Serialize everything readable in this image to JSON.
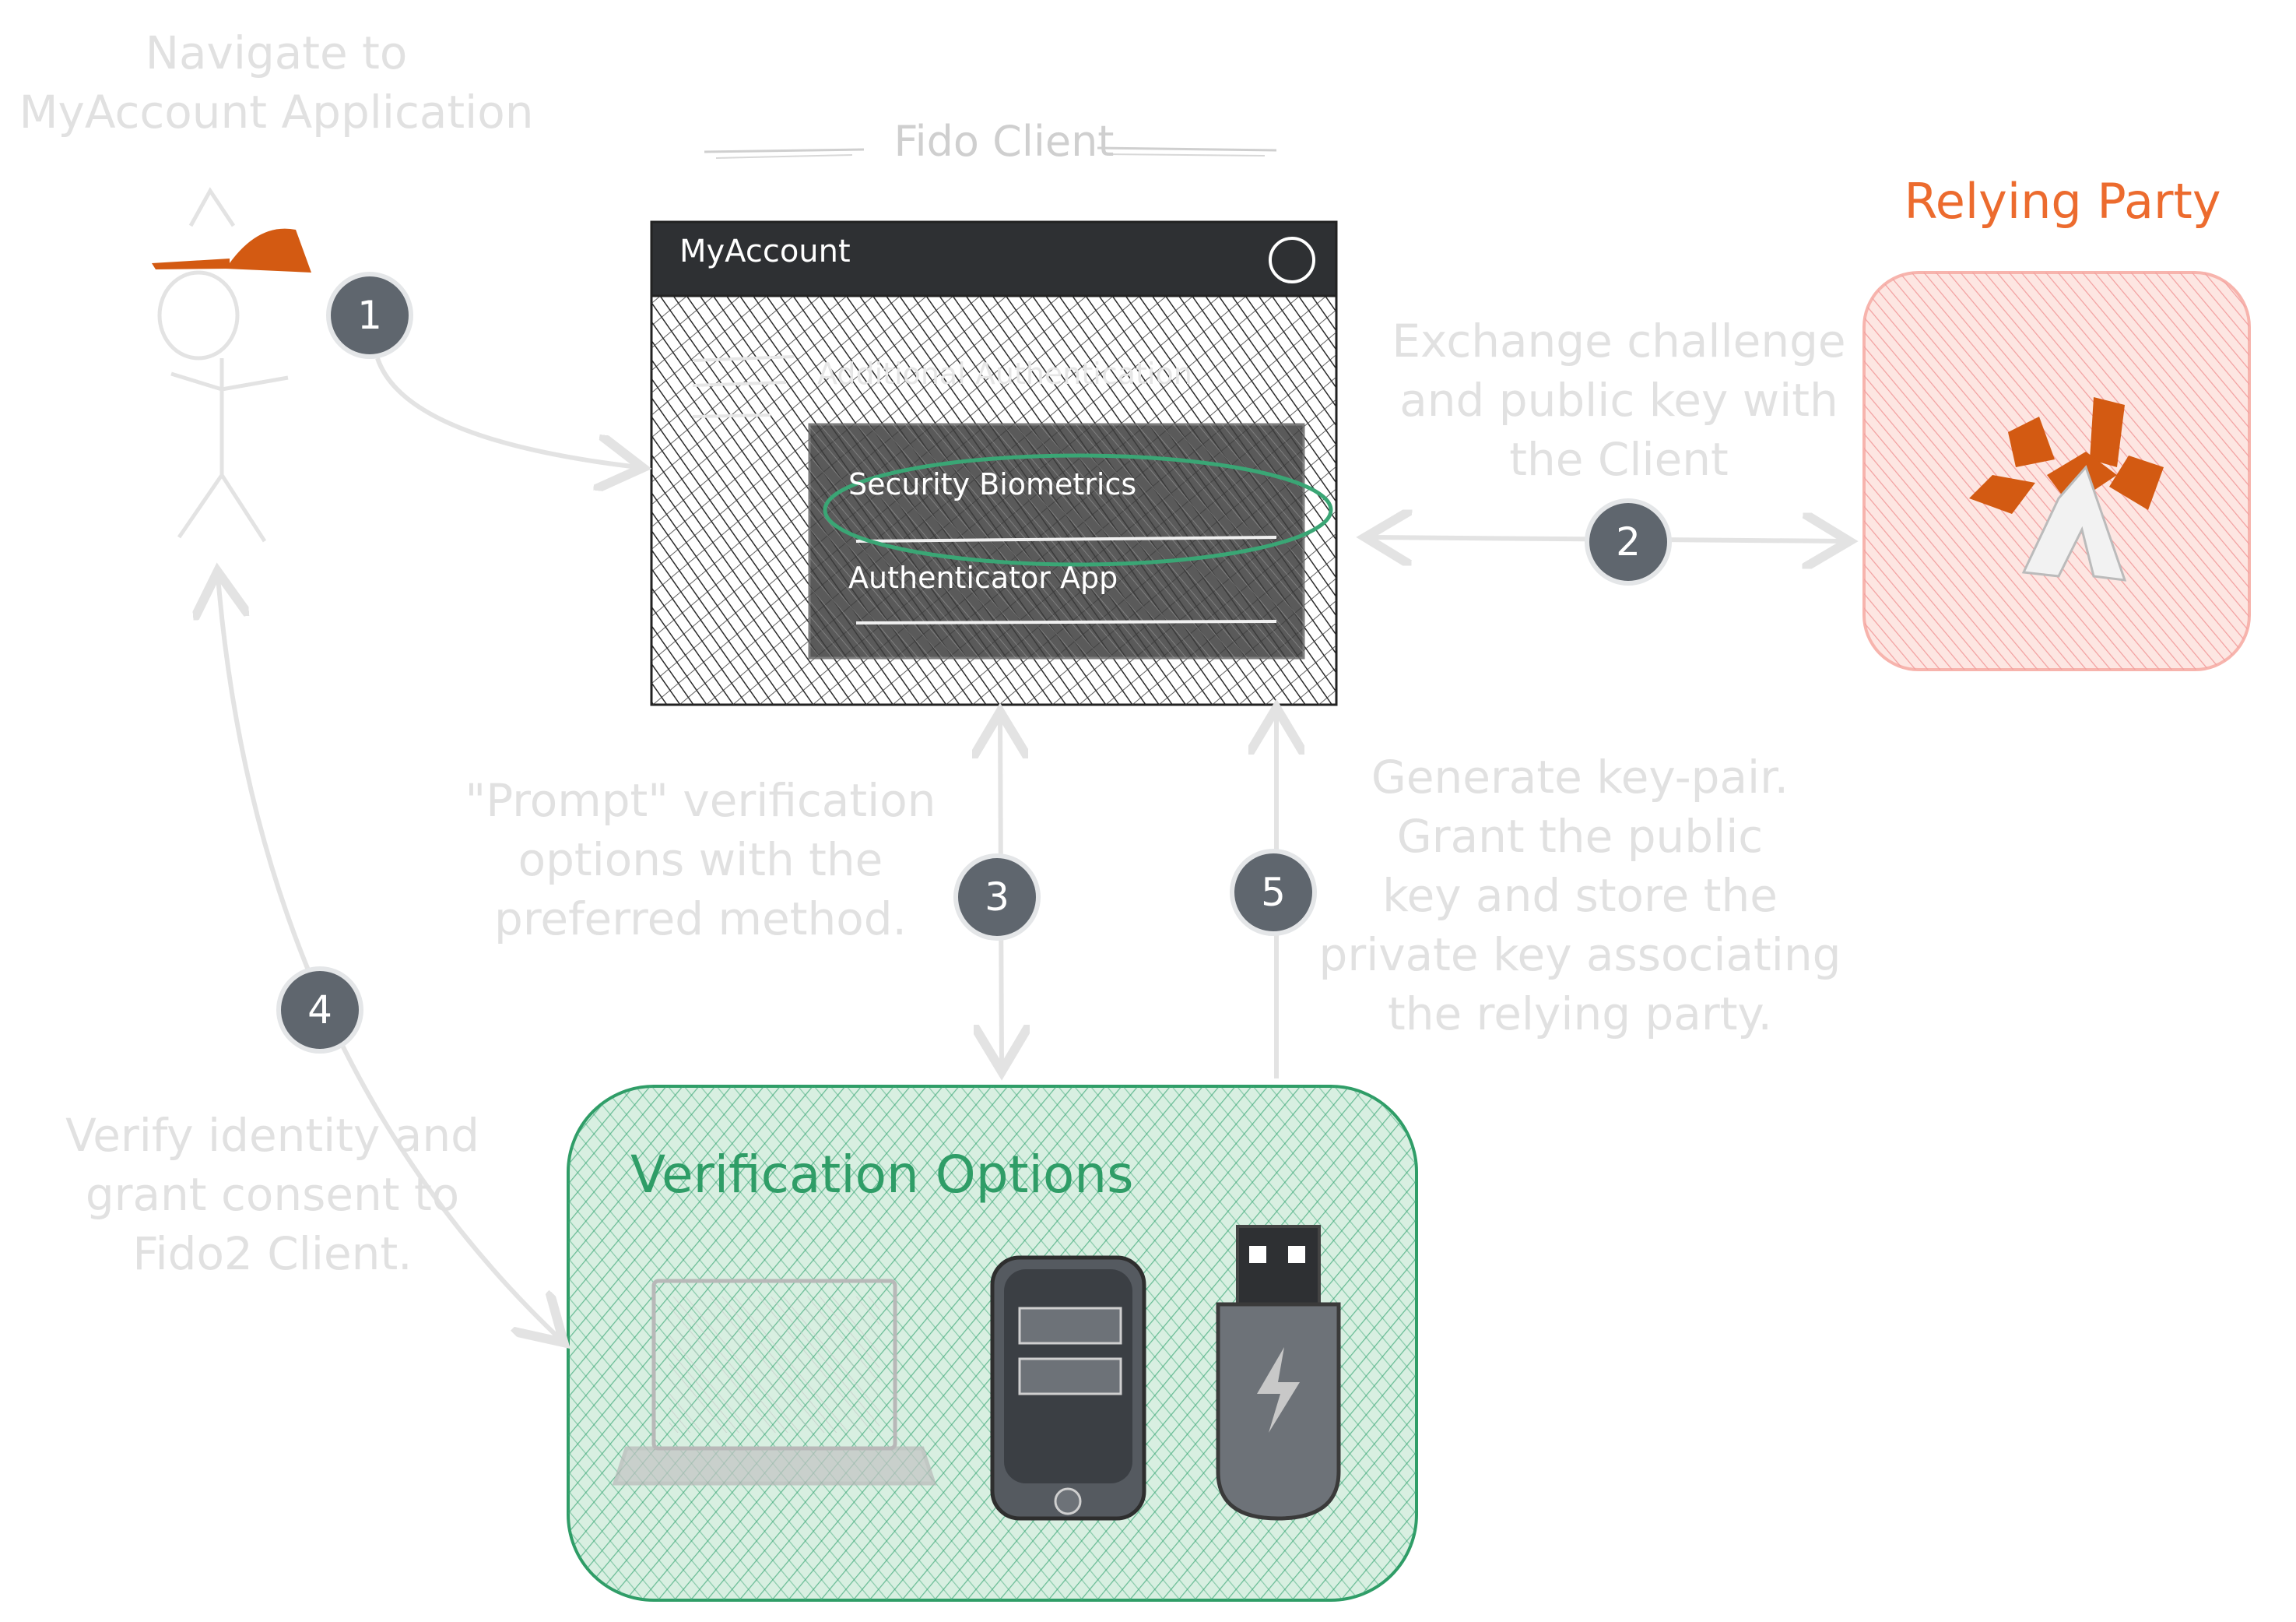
{
  "user": {
    "caption": "Navigate to\nMyAccount Application",
    "cap_color": "#d35a12"
  },
  "fido_client": {
    "title": "Fido Client",
    "window_title": "MyAccount",
    "menu_heading": "Additional Authentication",
    "menu_items": [
      "Security Biometrics",
      "Authenticator App"
    ],
    "selected_item": "Security Biometrics"
  },
  "relying_party": {
    "title": "Relying Party",
    "color": "#ec6b2e"
  },
  "notes": {
    "exchange": "Exchange challenge\nand public key with\nthe Client",
    "prompt": "\"Prompt\" verification\noptions with the\npreferred method.",
    "generate": "Generate key-pair.\nGrant the public\nkey and store the\nprivate key associating\nthe relying party.",
    "verify": "Verify identity and\ngrant consent to\nFido2 Client."
  },
  "steps": [
    "1",
    "2",
    "3",
    "4",
    "5"
  ],
  "verification_options": {
    "title": "Verification Options",
    "color": "#2f9d67",
    "devices": [
      "laptop-icon",
      "phone-icon",
      "usb-key-icon"
    ]
  }
}
